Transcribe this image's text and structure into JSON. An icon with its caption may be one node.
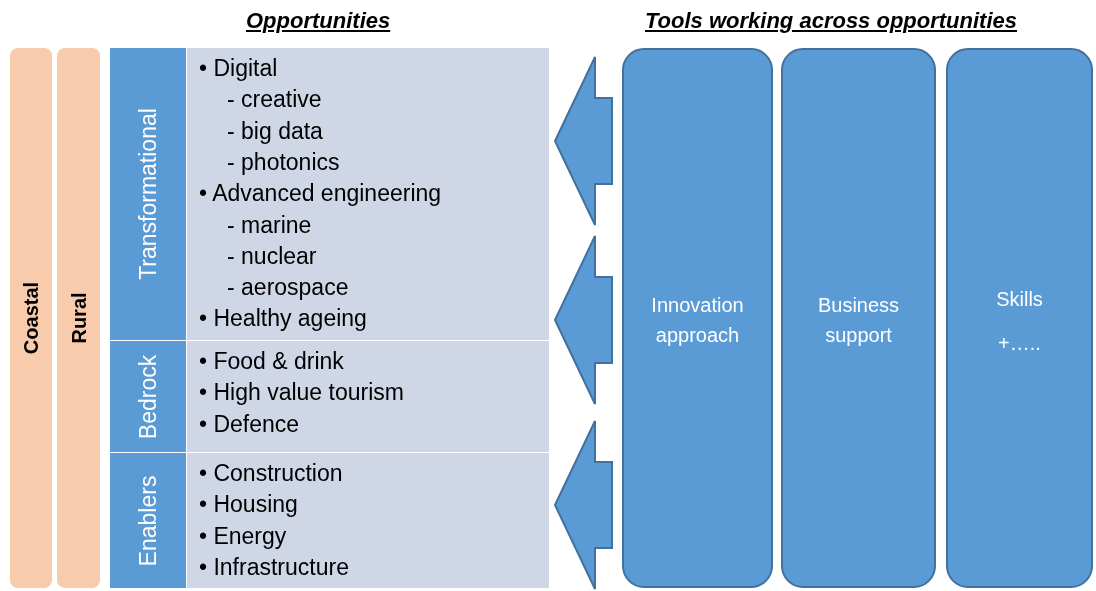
{
  "diagram": {
    "nodes": [
      {
        "text": [
          "Coastal"
        ]
      },
      {
        "text": [
          "Rural"
        ]
      },
      {
        "text": [
          "Transformational"
        ]
      },
      {
        "text": [
          "• Digital",
          "- creative",
          "- big data",
          "- photonics",
          "• Advanced engineering",
          "- marine",
          "- nuclear",
          "- aerospace",
          "• Healthy ageing"
        ]
      },
      {
        "text": [
          "Bedrock"
        ]
      },
      {
        "text": [
          "• Food & drink",
          "• High value tourism",
          "• Defence"
        ]
      },
      {
        "text": [
          "Enablers"
        ]
      },
      {
        "text": [
          "• Construction",
          "• Housing",
          "• Energy",
          "• Infrastructure"
        ]
      },
      {
        "text": [
          "Innovation approach"
        ]
      },
      {
        "text": [
          "Business support"
        ]
      },
      {
        "text": [
          "Skills",
          "+….."
        ]
      }
    ],
    "edges": [
      {
        "from": 8,
        "to": 3,
        "arrow": "to"
      },
      {
        "from": 8,
        "to": 5,
        "arrow": "to"
      },
      {
        "from": 8,
        "to": 7,
        "arrow": "to"
      }
    ],
    "labels": [
      "Opportunities",
      "Tools working across opportunities"
    ]
  }
}
